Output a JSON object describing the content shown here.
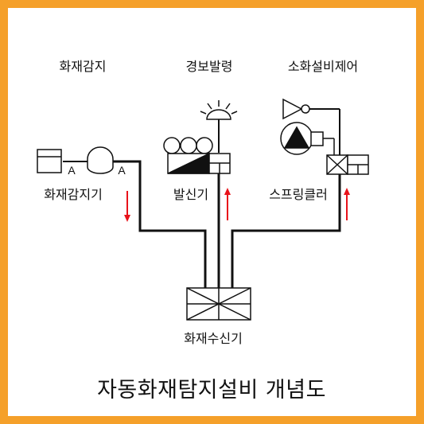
{
  "sections": {
    "detection": "화재감지",
    "alarm": "경보발령",
    "control": "소화설비제어"
  },
  "devices": {
    "detector": "화재감지기",
    "transmitter": "발신기",
    "sprinkler": "스프링클러",
    "receiver": "화재수신기"
  },
  "detector_letter": "A",
  "title": "자동화재탐지설비 개념도",
  "colors": {
    "border": "#f5a02a",
    "line": "#111111",
    "arrow": "#e8121a"
  }
}
